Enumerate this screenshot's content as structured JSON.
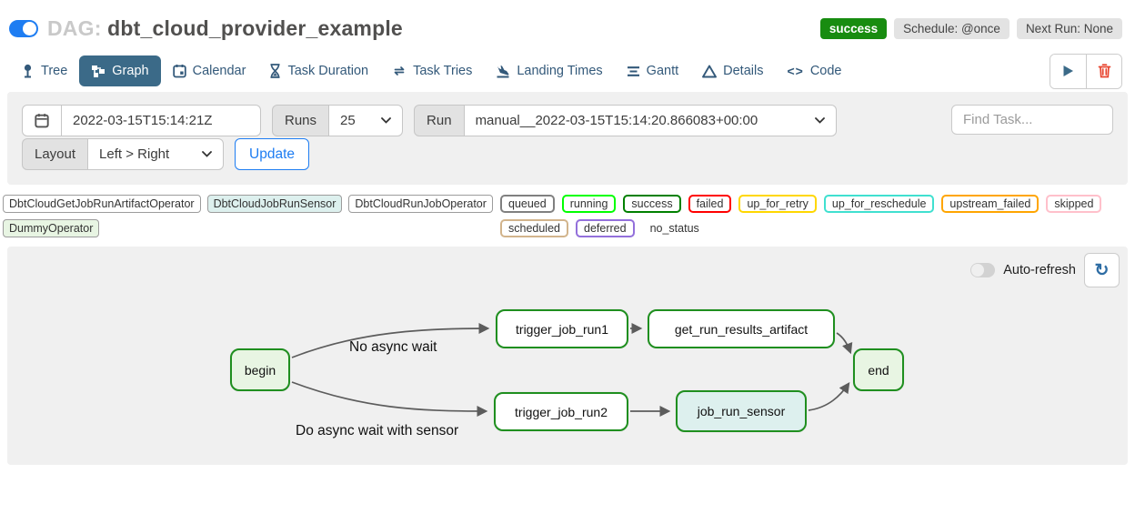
{
  "header": {
    "dag_prefix": "DAG:",
    "dag_name": "dbt_cloud_provider_example",
    "status_badge": "success",
    "status_color": "#188c10",
    "schedule_badge": "Schedule: @once",
    "next_run_badge": "Next Run: None"
  },
  "tabs": [
    {
      "label": "Tree"
    },
    {
      "label": "Graph",
      "active": true
    },
    {
      "label": "Calendar"
    },
    {
      "label": "Task Duration"
    },
    {
      "label": "Task Tries"
    },
    {
      "label": "Landing Times"
    },
    {
      "label": "Gantt"
    },
    {
      "label": "Details"
    },
    {
      "label": "Code"
    }
  ],
  "filters": {
    "base_date": "2022-03-15T15:14:21Z",
    "runs_label": "Runs",
    "runs_value": "25",
    "run_label": "Run",
    "run_value": "manual__2022-03-15T15:14:20.866083+00:00",
    "find_task_placeholder": "Find Task...",
    "layout_label": "Layout",
    "layout_value": "Left > Right",
    "update_label": "Update"
  },
  "legend": {
    "operators": [
      {
        "label": "DbtCloudGetJobRunArtifactOperator",
        "bg": "#ffffff"
      },
      {
        "label": "DbtCloudJobRunSensor",
        "bg": "#ddf0ee"
      },
      {
        "label": "DbtCloudRunJobOperator",
        "bg": "#ffffff"
      },
      {
        "label": "DummyOperator",
        "bg": "#e8f5e3"
      }
    ],
    "states": [
      {
        "label": "queued",
        "color": "#808080"
      },
      {
        "label": "running",
        "color": "#00ff00"
      },
      {
        "label": "success",
        "color": "#008000"
      },
      {
        "label": "failed",
        "color": "#ff0000"
      },
      {
        "label": "up_for_retry",
        "color": "#ffd700"
      },
      {
        "label": "up_for_reschedule",
        "color": "#40e0d0"
      },
      {
        "label": "upstream_failed",
        "color": "#ffa500"
      },
      {
        "label": "skipped",
        "color": "#ffc0cb"
      },
      {
        "label": "scheduled",
        "color": "#d2b48c"
      },
      {
        "label": "deferred",
        "color": "#9370db"
      },
      {
        "label": "no_status",
        "color": "transparent"
      }
    ]
  },
  "graph": {
    "auto_refresh_label": "Auto-refresh",
    "node_border": "#1f8f1f",
    "edge_labels": [
      "No async wait",
      "Do async wait with sensor"
    ],
    "nodes": [
      {
        "label": "begin",
        "fill": "#e8f5e3"
      },
      {
        "label": "trigger_job_run1",
        "fill": "#ffffff"
      },
      {
        "label": "get_run_results_artifact",
        "fill": "#ffffff"
      },
      {
        "label": "end",
        "fill": "#e8f5e3"
      },
      {
        "label": "trigger_job_run2",
        "fill": "#ffffff"
      },
      {
        "label": "job_run_sensor",
        "fill": "#ddf0ee"
      }
    ]
  }
}
